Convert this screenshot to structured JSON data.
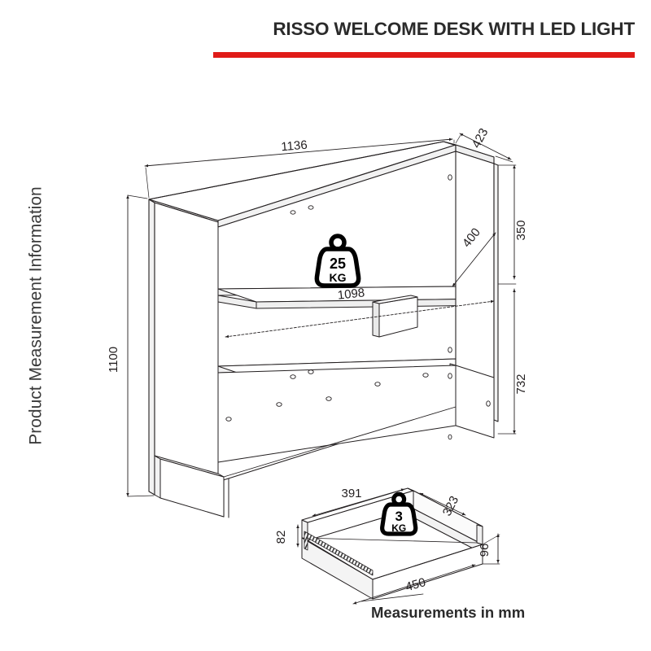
{
  "header": {
    "title": "RISSO WELCOME DESK WITH LED LIGHT",
    "underline_color": "#e01b18"
  },
  "side_caption": "Product Measurement Information",
  "bottom_caption": "Measurements in mm",
  "units": "mm",
  "main_unit": {
    "name": "welcome-desk",
    "dimensions": {
      "overall_width": "1136",
      "overall_depth": "423",
      "overall_height": "1100",
      "upper_shelf_depth": "400",
      "upper_shelf_width": "1098",
      "upper_section_height": "350",
      "lower_section_height": "732"
    },
    "load_badge": {
      "value": "25",
      "unit": "KG",
      "icon": "weight-icon"
    }
  },
  "drawer_unit": {
    "name": "drawer",
    "dimensions": {
      "inner_width": "391",
      "inner_depth": "323",
      "inner_height": "82",
      "front_height": "96",
      "front_width": "450"
    },
    "load_badge": {
      "value": "3",
      "unit": "KG",
      "icon": "weight-icon"
    }
  },
  "colors": {
    "line": "#231f20",
    "face_light": "#ffffff",
    "face_shade": "#f2f2f2",
    "accent": "#e01b18",
    "text": "#231f20"
  }
}
